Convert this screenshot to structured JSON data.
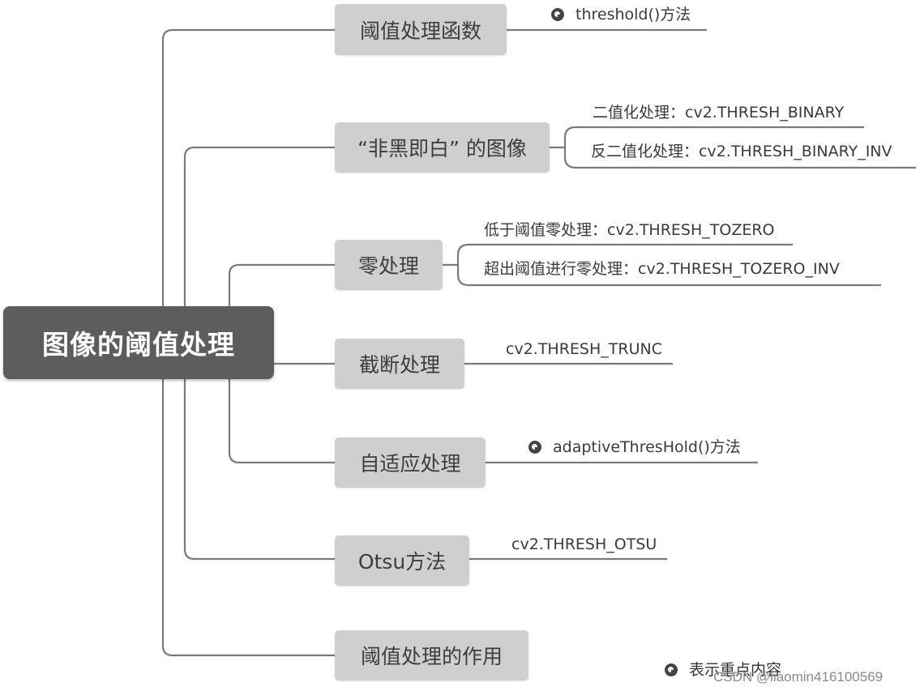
{
  "root": {
    "label": "图像的阈值处理"
  },
  "branches": [
    {
      "label": "阈值处理函数",
      "leaves": [
        {
          "text": "threshold()方法",
          "key": true
        }
      ]
    },
    {
      "label": "“非黑即白” 的图像",
      "leaves": [
        {
          "text": "二值化处理：cv2.THRESH_BINARY",
          "key": false
        },
        {
          "text": "反二值化处理：cv2.THRESH_BINARY_INV",
          "key": false
        }
      ]
    },
    {
      "label": "零处理",
      "leaves": [
        {
          "text": "低于阈值零处理：cv2.THRESH_TOZERO",
          "key": false
        },
        {
          "text": "超出阈值进行零处理：cv2.THRESH_TOZERO_INV",
          "key": false
        }
      ]
    },
    {
      "label": "截断处理",
      "leaves": [
        {
          "text": "cv2.THRESH_TRUNC",
          "key": false
        }
      ]
    },
    {
      "label": "自适应处理",
      "leaves": [
        {
          "text": "adaptiveThresHold()方法",
          "key": true
        }
      ]
    },
    {
      "label": "Otsu方法",
      "leaves": [
        {
          "text": "cv2.THRESH_OTSU",
          "key": false
        }
      ]
    },
    {
      "label": "阈值处理的作用",
      "leaves": []
    }
  ],
  "legend": {
    "text": "表示重点内容",
    "icon": "key-point-icon"
  },
  "watermark": "CSDN @liaomin416100569",
  "colors": {
    "root": "#5d5d5d",
    "node": "#cfcfcf",
    "line": "#7a7a7a"
  }
}
